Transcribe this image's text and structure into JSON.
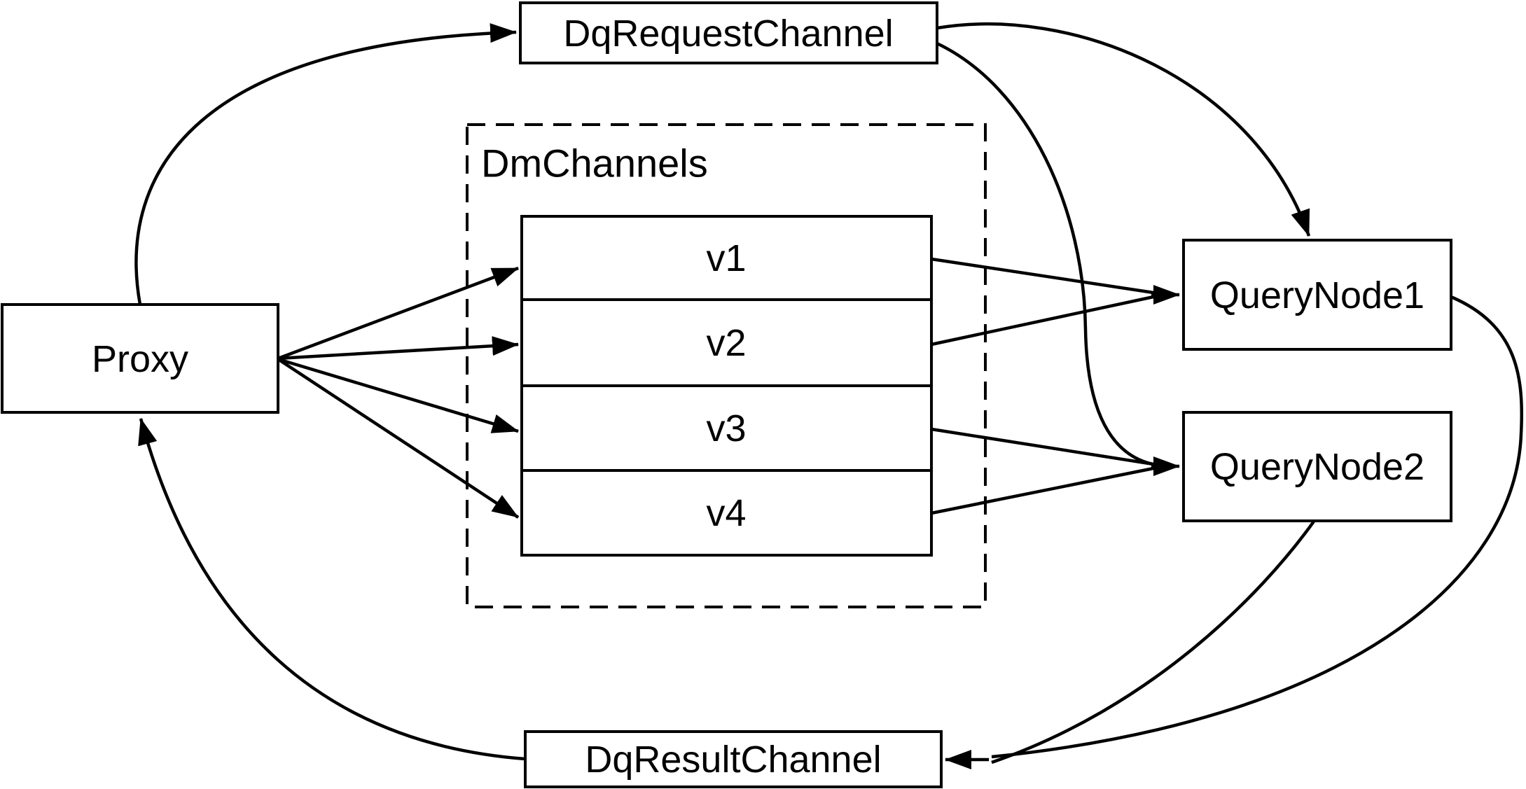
{
  "diagram": {
    "description": "Query flow diagram: Proxy publishes to DqRequestChannel and DmChannels (v1-v4); channels feed QueryNode1 and QueryNode2; query nodes publish to DqResultChannel which returns to Proxy",
    "colors": {
      "background": "#ffffff",
      "line": "#000000",
      "box_fill": "#ffffff"
    },
    "nodes": {
      "proxy": {
        "label": "Proxy"
      },
      "dq_request_channel": {
        "label": "DqRequestChannel"
      },
      "dm_channels_group": {
        "label": "DmChannels"
      },
      "query_node1": {
        "label": "QueryNode1"
      },
      "query_node2": {
        "label": "QueryNode2"
      },
      "dq_result_channel": {
        "label": "DqResultChannel"
      }
    },
    "channels": [
      {
        "label": "v1"
      },
      {
        "label": "v2"
      },
      {
        "label": "v3"
      },
      {
        "label": "v4"
      }
    ],
    "edges": [
      {
        "from": "Proxy",
        "to": "DqRequestChannel"
      },
      {
        "from": "DqRequestChannel",
        "to": "QueryNode1"
      },
      {
        "from": "DqRequestChannel",
        "to": "QueryNode2"
      },
      {
        "from": "Proxy",
        "to": "v1"
      },
      {
        "from": "Proxy",
        "to": "v2"
      },
      {
        "from": "Proxy",
        "to": "v3"
      },
      {
        "from": "Proxy",
        "to": "v4"
      },
      {
        "from": "v1",
        "to": "QueryNode1"
      },
      {
        "from": "v2",
        "to": "QueryNode1"
      },
      {
        "from": "v3",
        "to": "QueryNode2"
      },
      {
        "from": "v4",
        "to": "QueryNode2"
      },
      {
        "from": "QueryNode1",
        "to": "DqResultChannel"
      },
      {
        "from": "QueryNode2",
        "to": "DqResultChannel"
      },
      {
        "from": "DqResultChannel",
        "to": "Proxy"
      }
    ]
  }
}
